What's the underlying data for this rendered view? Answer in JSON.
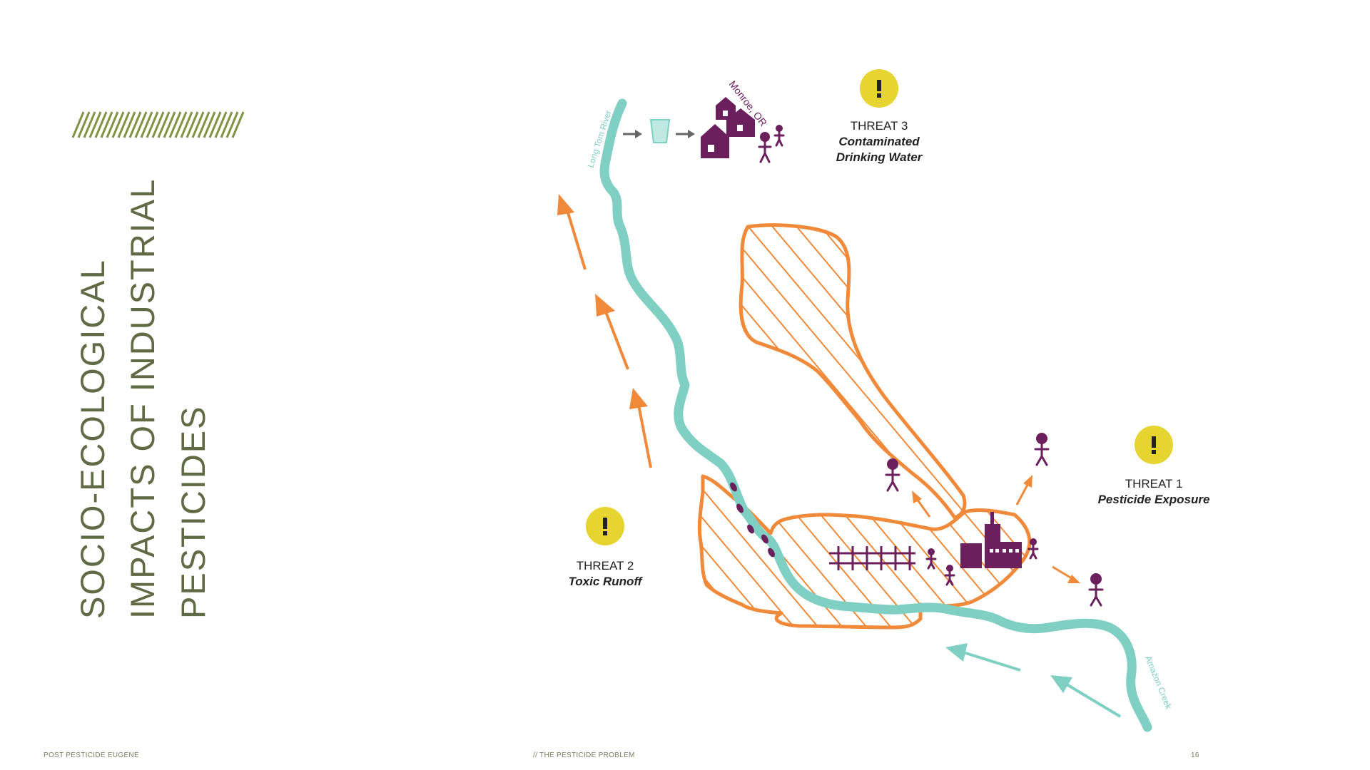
{
  "title": {
    "line1": "SOCIO-ECOLOGICAL",
    "line2": "IMPACTS OF INDUSTRIAL",
    "line3": "PESTICIDES"
  },
  "footer": {
    "left": "POST PESTICIDE EUGENE",
    "center": "// THE PESTICIDE PROBLEM",
    "page_number": "16"
  },
  "labels": {
    "river_north": "Long Tom River",
    "river_south": "Amazon Creek",
    "town": "Monroe, OR"
  },
  "threats": [
    {
      "heading": "THREAT 1",
      "subtitle": "Pesticide Exposure",
      "icon": "exclamation-icon"
    },
    {
      "heading": "THREAT 2",
      "subtitle": "Toxic Runoff",
      "icon": "exclamation-icon"
    },
    {
      "heading": "THREAT 3",
      "subtitle": "Contaminated Drinking Water",
      "subtitle_line1": "Contaminated",
      "subtitle_line2": "Drinking Water",
      "icon": "exclamation-icon"
    }
  ],
  "colors": {
    "river": "#7fcfc3",
    "hazard": "#f08a3a",
    "people": "#6b1f5c",
    "alert": "#e6d531",
    "title": "#606a44",
    "stripe": "#7f9445"
  }
}
